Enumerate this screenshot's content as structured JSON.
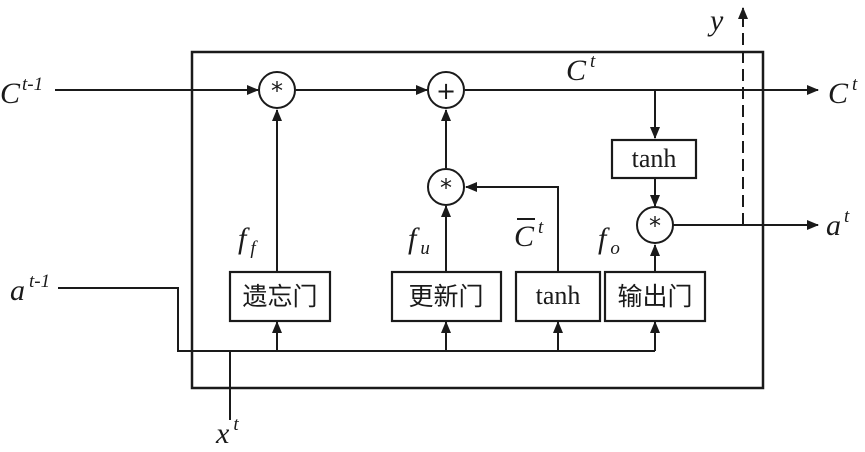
{
  "gates": {
    "forget": "遗忘门",
    "update": "更新门",
    "candidate": "tanh",
    "output": "输出门",
    "cell_tanh": "tanh"
  },
  "operators": {
    "forget_mult": "*",
    "add": "+",
    "update_mult": "*",
    "output_mult": "*"
  },
  "signals": {
    "c_prev": {
      "base": "C",
      "sup": "t-1"
    },
    "c_t_inner": {
      "base": "C",
      "sup": "t"
    },
    "c_t_out": {
      "base": "C",
      "sup": "t"
    },
    "a_prev": {
      "base": "a",
      "sup": "t-1"
    },
    "a_t": {
      "base": "a",
      "sup": "t"
    },
    "x_t": {
      "base": "x",
      "sup": "t"
    },
    "y": {
      "base": "y"
    },
    "f_forget": {
      "base": "f",
      "sub": "f"
    },
    "f_update": {
      "base": "f",
      "sub": "u"
    },
    "f_output": {
      "base": "f",
      "sub": "o"
    },
    "c_candidate": {
      "base": "C",
      "sup": "t"
    }
  }
}
